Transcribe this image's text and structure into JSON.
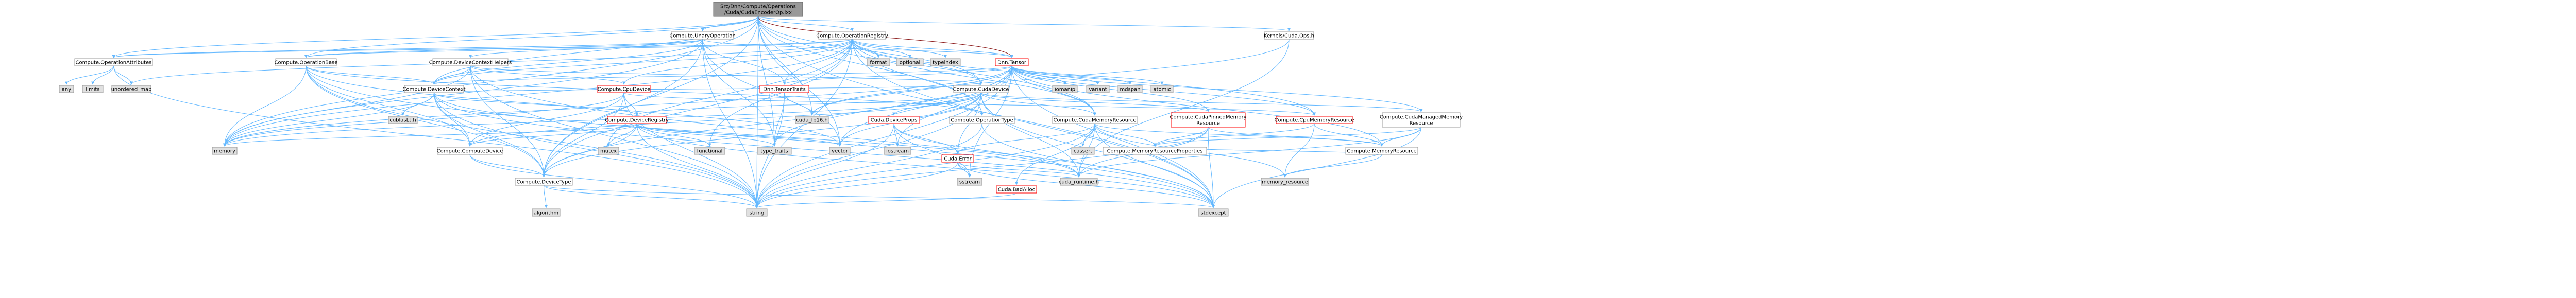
{
  "diagram": {
    "colors": {
      "root_fill": "#999999",
      "root_stroke": "#666666",
      "node_fill": "#ffffff",
      "node_stroke": "#999999",
      "red_stroke": "#ff0000",
      "red_text": "#cc0000",
      "external_fill": "#e0e0e0",
      "external_stroke": "#999999",
      "edge": "#63b8ff",
      "edge_dark": "#8b1a1a"
    },
    "nodes": [
      {
        "id": "root",
        "label": [
          "Src/Dnn/Compute/Operations",
          "/Cuda/CudaEncoderOp.ixx"
        ],
        "kind": "root"
      },
      {
        "id": "unary",
        "label": [
          "Compute.UnaryOperation"
        ],
        "kind": "normal"
      },
      {
        "id": "opreg",
        "label": [
          "Compute.OperationRegistry"
        ],
        "kind": "normal"
      },
      {
        "id": "kernels",
        "label": [
          "Kernels/Cuda.Ops.h"
        ],
        "kind": "normal"
      },
      {
        "id": "opattr",
        "label": [
          "Compute.OperationAttributes"
        ],
        "kind": "normal"
      },
      {
        "id": "opbase",
        "label": [
          "Compute.OperationBase"
        ],
        "kind": "normal"
      },
      {
        "id": "dchelp",
        "label": [
          "Compute.DeviceContextHelpers"
        ],
        "kind": "normal"
      },
      {
        "id": "format",
        "label": [
          "format"
        ],
        "kind": "external"
      },
      {
        "id": "optional",
        "label": [
          "optional"
        ],
        "kind": "external"
      },
      {
        "id": "typeindex",
        "label": [
          "typeindex"
        ],
        "kind": "external"
      },
      {
        "id": "dnntensor",
        "label": [
          "Dnn.Tensor"
        ],
        "kind": "red"
      },
      {
        "id": "any",
        "label": [
          "any"
        ],
        "kind": "external"
      },
      {
        "id": "limits",
        "label": [
          "limits"
        ],
        "kind": "external"
      },
      {
        "id": "umap",
        "label": [
          "unordered_map"
        ],
        "kind": "external"
      },
      {
        "id": "devctx",
        "label": [
          "Compute.DeviceContext"
        ],
        "kind": "normal"
      },
      {
        "id": "cpudev",
        "label": [
          "Compute.CpuDevice"
        ],
        "kind": "red"
      },
      {
        "id": "tensortraits",
        "label": [
          "Dnn.TensorTraits"
        ],
        "kind": "red"
      },
      {
        "id": "cudadev",
        "label": [
          "Compute.CudaDevice"
        ],
        "kind": "normal"
      },
      {
        "id": "iomanip",
        "label": [
          "iomanip"
        ],
        "kind": "external"
      },
      {
        "id": "variant",
        "label": [
          "variant"
        ],
        "kind": "external"
      },
      {
        "id": "mdspan",
        "label": [
          "mdspan"
        ],
        "kind": "external"
      },
      {
        "id": "atomic",
        "label": [
          "atomic"
        ],
        "kind": "external"
      },
      {
        "id": "cublas",
        "label": [
          "cublasLt.h"
        ],
        "kind": "external"
      },
      {
        "id": "devreg",
        "label": [
          "Compute.DeviceRegistry"
        ],
        "kind": "red"
      },
      {
        "id": "cudafp16",
        "label": [
          "cuda_fp16.h"
        ],
        "kind": "external"
      },
      {
        "id": "cudaprops",
        "label": [
          "Cuda.DeviceProps"
        ],
        "kind": "red"
      },
      {
        "id": "optype",
        "label": [
          "Compute.OperationType"
        ],
        "kind": "normal"
      },
      {
        "id": "cudamemres",
        "label": [
          "Compute.CudaMemoryResource"
        ],
        "kind": "normal"
      },
      {
        "id": "cudapinned",
        "label": [
          "Compute.CudaPinnedMemory",
          "Resource"
        ],
        "kind": "red"
      },
      {
        "id": "cpumemres",
        "label": [
          "Compute.CpuMemoryResource"
        ],
        "kind": "red"
      },
      {
        "id": "cudamanaged",
        "label": [
          "Compute.CudaManagedMemory",
          "Resource"
        ],
        "kind": "normal"
      },
      {
        "id": "memory",
        "label": [
          "memory"
        ],
        "kind": "external"
      },
      {
        "id": "computedev",
        "label": [
          "Compute.ComputeDevice"
        ],
        "kind": "normal"
      },
      {
        "id": "mutex",
        "label": [
          "mutex"
        ],
        "kind": "external"
      },
      {
        "id": "functional",
        "label": [
          "functional"
        ],
        "kind": "external"
      },
      {
        "id": "typetraits",
        "label": [
          "type_traits"
        ],
        "kind": "external"
      },
      {
        "id": "vector",
        "label": [
          "vector"
        ],
        "kind": "external"
      },
      {
        "id": "iostream",
        "label": [
          "iostream"
        ],
        "kind": "external"
      },
      {
        "id": "cudaerror",
        "label": [
          "Cuda.Error"
        ],
        "kind": "red"
      },
      {
        "id": "cassert",
        "label": [
          "cassert"
        ],
        "kind": "external"
      },
      {
        "id": "memresprops",
        "label": [
          "Compute.MemoryResourceProperties"
        ],
        "kind": "normal"
      },
      {
        "id": "memres",
        "label": [
          "Compute.MemoryResource"
        ],
        "kind": "normal"
      },
      {
        "id": "devtype",
        "label": [
          "Compute.DeviceType"
        ],
        "kind": "normal"
      },
      {
        "id": "sstream",
        "label": [
          "sstream"
        ],
        "kind": "external"
      },
      {
        "id": "cudaruntime",
        "label": [
          "cuda_runtime.h"
        ],
        "kind": "external"
      },
      {
        "id": "memoryresource",
        "label": [
          "memory_resource"
        ],
        "kind": "external"
      },
      {
        "id": "cudabadalloc",
        "label": [
          "Cuda.BadAlloc"
        ],
        "kind": "red"
      },
      {
        "id": "algorithm",
        "label": [
          "algorithm"
        ],
        "kind": "external"
      },
      {
        "id": "string",
        "label": [
          "string"
        ],
        "kind": "external"
      },
      {
        "id": "stdexcept",
        "label": [
          "stdexcept"
        ],
        "kind": "external"
      }
    ]
  }
}
